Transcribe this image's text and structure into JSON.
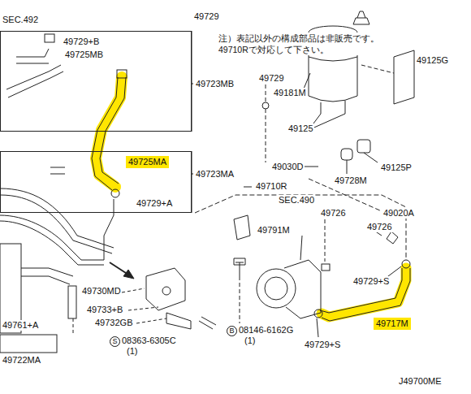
{
  "diagram": {
    "nodes": [
      {
        "text": [
          "49729+B",
          "49725MB"
        ]
      },
      {
        "text": [
          "49725MA",
          "49729+A"
        ]
      }
    ],
    "labels": [
      "SEC.492",
      "49729",
      "注）表記以外の構成部品は非販売です。 49710Rで対応して下さい。",
      "49723MB",
      "49729",
      "49181M",
      "49125G",
      "49125",
      "49030D",
      "49728M",
      "49125P",
      "49723MA",
      "49710R",
      "SEC.490",
      "49726",
      "49020A",
      "49726",
      "49791M",
      "49730MD",
      "49729+S",
      "49733+B",
      "49732GB",
      "49761+A",
      "49717M",
      "S",
      "08363-6305C",
      "(1)",
      "B",
      "08146-6162G",
      "(1)",
      "49729+S",
      "49722MA",
      "J49700ME"
    ]
  }
}
